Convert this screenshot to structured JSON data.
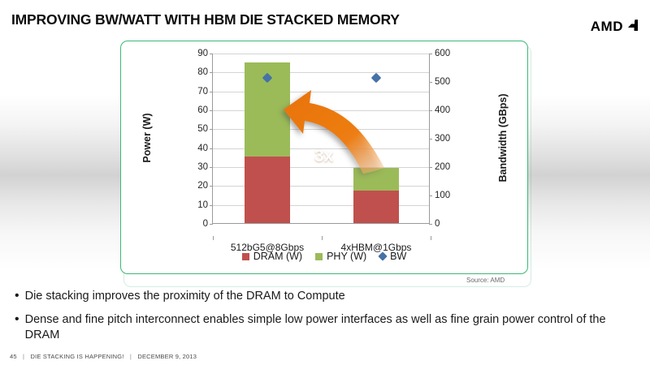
{
  "slide": {
    "title": "IMPROVING BW/WATT WITH HBM DIE STACKED MEMORY",
    "logo_text": "AMD",
    "logo_icon": "amd-arrow-icon",
    "source_note": "Source: AMD",
    "footer": {
      "page_number": "45",
      "deck_title": "DIE STACKING IS HAPPENING!",
      "date": "DECEMBER 9, 2013",
      "separator": "|"
    },
    "bullets": [
      {
        "marker": "•",
        "text": "Die  stacking improves the proximity of the DRAM to Compute"
      },
      {
        "marker": "•",
        "text": "Dense and fine pitch interconnect enables simple low power interfaces as well as fine grain power control of the DRAM"
      }
    ]
  },
  "annotation": {
    "label": "3x",
    "icon": "curved-arrow-icon",
    "color": "#E8730C"
  },
  "chart_data": {
    "type": "bar",
    "title": "",
    "categories": [
      "512bG5@8Gbps",
      "4xHBM@1Gbps"
    ],
    "series": [
      {
        "name": "DRAM (W)",
        "type": "bar",
        "stack": "power",
        "color": "#C0504D",
        "axis": "left",
        "values": [
          35,
          17
        ]
      },
      {
        "name": "PHY (W)",
        "type": "bar",
        "stack": "power",
        "color": "#9BBB59",
        "axis": "left",
        "values": [
          50,
          12
        ]
      },
      {
        "name": "BW",
        "type": "scatter",
        "marker": "diamond",
        "color": "#4572A7",
        "axis": "right",
        "values": [
          512,
          512
        ]
      }
    ],
    "totals_left": [
      85,
      29
    ],
    "xlabel": "",
    "ylabel": "Power (W)",
    "ylabel_right": "Bandwidth (GBps)",
    "ylim": [
      0,
      90
    ],
    "ylim_right": [
      0,
      600
    ],
    "yticks": [
      0,
      10,
      20,
      30,
      40,
      50,
      60,
      70,
      80,
      90
    ],
    "yticks_right": [
      0,
      100,
      200,
      300,
      400,
      500,
      600
    ],
    "grid": true,
    "legend_position": "bottom",
    "legend": [
      "DRAM (W)",
      "PHY (W)",
      "BW"
    ]
  }
}
